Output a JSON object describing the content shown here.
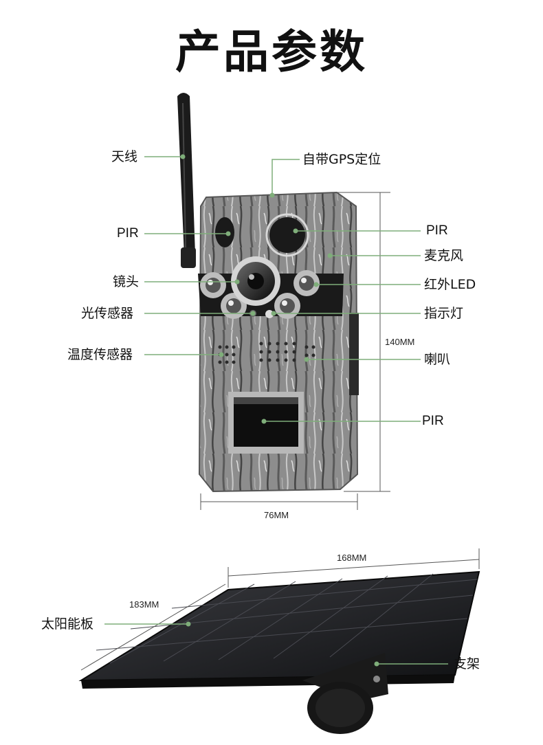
{
  "title": "产品参数",
  "camera": {
    "labels": {
      "antenna": "天线",
      "pir_left": "PIR",
      "lens": "镜头",
      "light_sensor": "光传感器",
      "temp_sensor": "温度传感器",
      "gps": "自带GPS定位",
      "pir_right": "PIR",
      "microphone": "麦克风",
      "ir_led": "红外LED",
      "indicator": "指示灯",
      "speaker": "喇叭",
      "pir_bottom": "PIR"
    },
    "height_dim": "140MM",
    "width_dim": "76MM"
  },
  "solar": {
    "panel_label": "太阳能板",
    "bracket_label": "支架",
    "width_dim": "168MM",
    "depth_dim": "183MM"
  },
  "colors": {
    "leader_line": "#7fae7a",
    "leader_dot": "#7fae7a",
    "dim_line": "#555555",
    "camo_base": "#8a8a8a",
    "panel": "#1c1c1e"
  }
}
